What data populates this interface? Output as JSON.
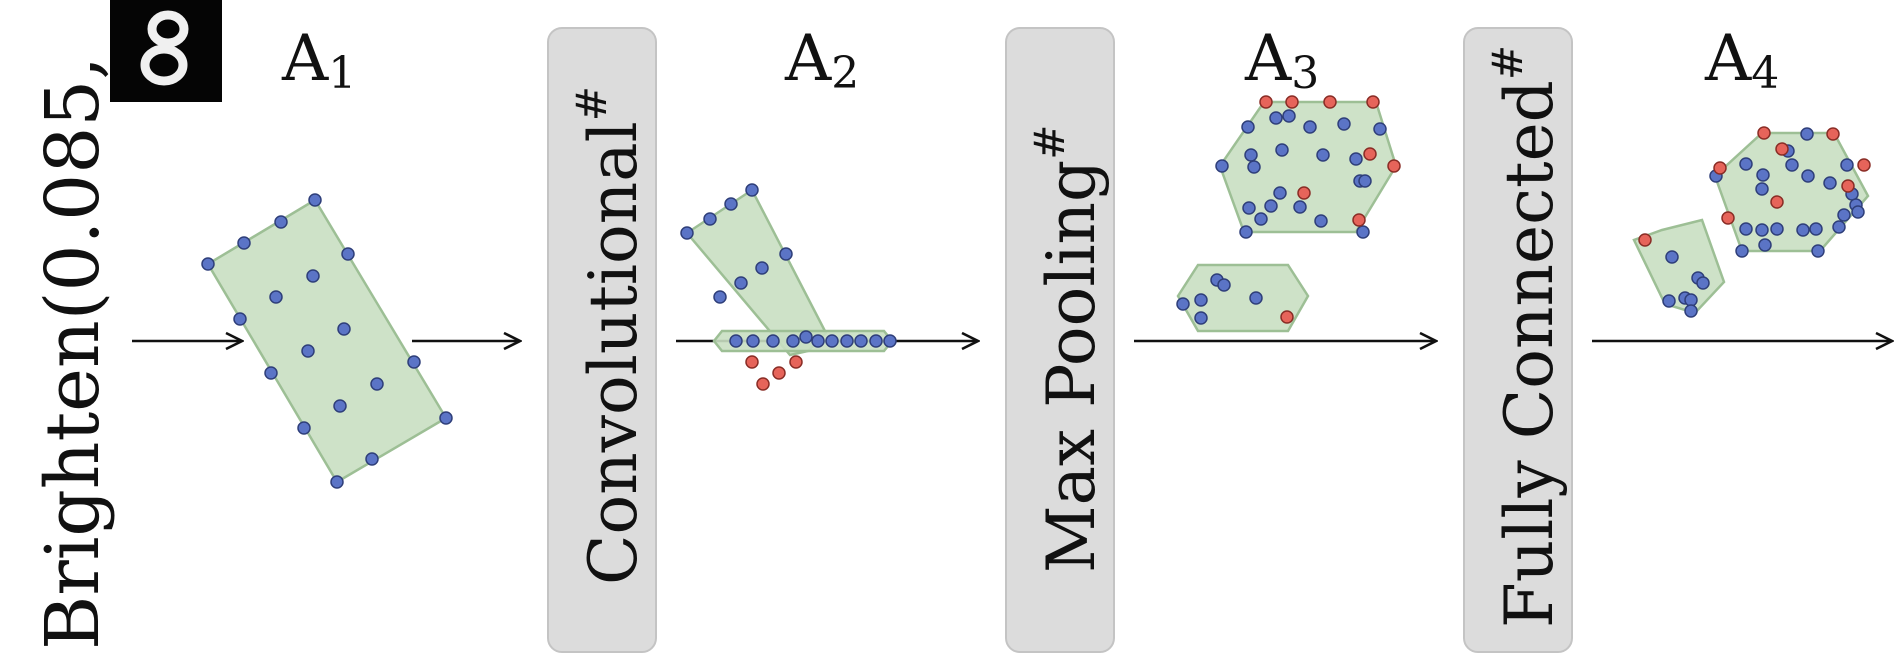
{
  "input_label": {
    "text_before": "Brighten(0.085,",
    "text_after": ")",
    "image": "digit-8-thumbnail"
  },
  "stages": [
    {
      "name": "A",
      "sub": "1"
    },
    {
      "name": "A",
      "sub": "2"
    },
    {
      "name": "A",
      "sub": "3"
    },
    {
      "name": "A",
      "sub": "4"
    }
  ],
  "layers": [
    {
      "label": "Convolutional",
      "mark": "#"
    },
    {
      "label": "Max Pooling",
      "mark": "#"
    },
    {
      "label": "Fully Connected",
      "mark": "#"
    }
  ],
  "colors": {
    "region_fill": "#c9dfc2",
    "region_stroke": "#9dbf95",
    "point_blue": "#5b74c6",
    "point_red": "#e6645a",
    "layer_box": "#dcdcdc",
    "layer_box_stroke": "#c4c4c4"
  }
}
